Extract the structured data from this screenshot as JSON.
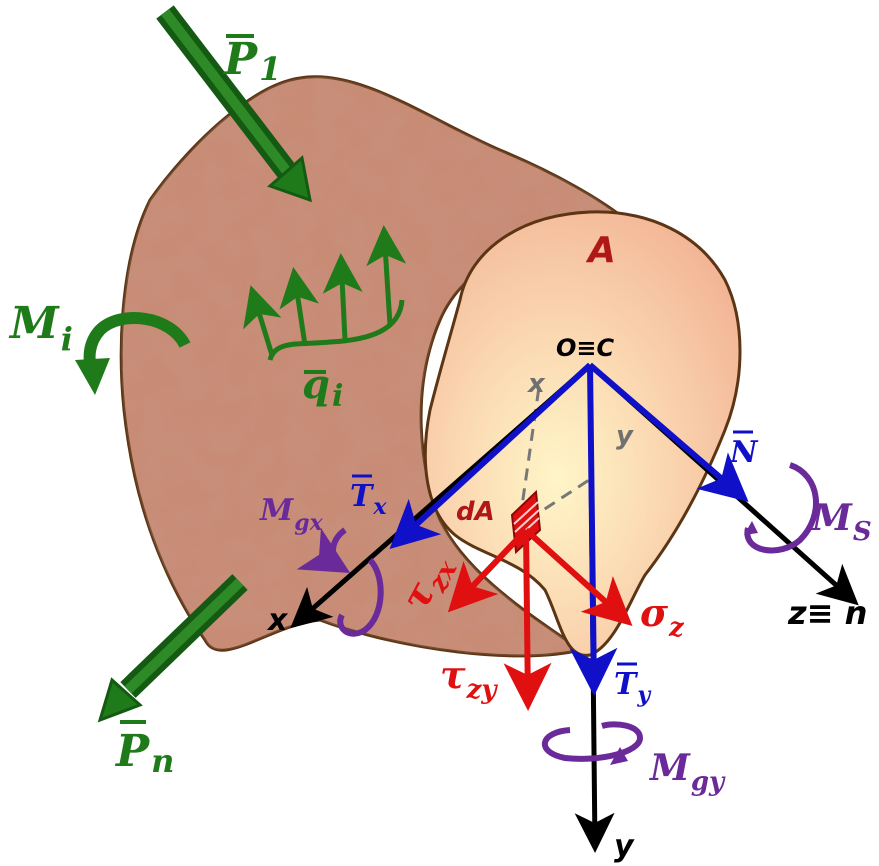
{
  "colors": {
    "body_fill": "#c98a73",
    "body_stroke": "#5c3515",
    "section_fill": "#f6c6a6",
    "section_highlight": "#fff4c8",
    "green": "#1f7a1a",
    "dark_green": "#145a12",
    "blue": "#1010c8",
    "red": "#e01010",
    "purple": "#6a2a9a",
    "black": "#000000",
    "gray": "#707070",
    "dark_red": "#b01818"
  },
  "labels": {
    "P1": {
      "main": "P",
      "sub": "1"
    },
    "Pn": {
      "main": "P",
      "sub": "n"
    },
    "Mi": {
      "main": "M",
      "sub": "i"
    },
    "qi": {
      "main": "q",
      "sub": "i"
    },
    "A": "A",
    "origin": "O≡C",
    "x_dashed": "x",
    "y_dashed": "y",
    "dA": "dA",
    "N": "N",
    "Ms": {
      "main": "M",
      "sub": "S"
    },
    "z_axis": "z≡ n",
    "Tx": {
      "main": "T",
      "sub": "x"
    },
    "Mgx": {
      "main": "M",
      "sub": "gx"
    },
    "x_axis": "x",
    "tau_zx": {
      "main": "τ",
      "sub": "zx"
    },
    "sigma_z": {
      "main": "σ",
      "sub": "z"
    },
    "tau_zy": {
      "main": "τ",
      "sub": "zy"
    },
    "Ty": {
      "main": "T",
      "sub": "y"
    },
    "Mgy": {
      "main": "M",
      "sub": "gy"
    },
    "y_axis": "y"
  },
  "icons": {
    "overbar": "vector-overbar",
    "moment": "curved-arrow-icon"
  }
}
